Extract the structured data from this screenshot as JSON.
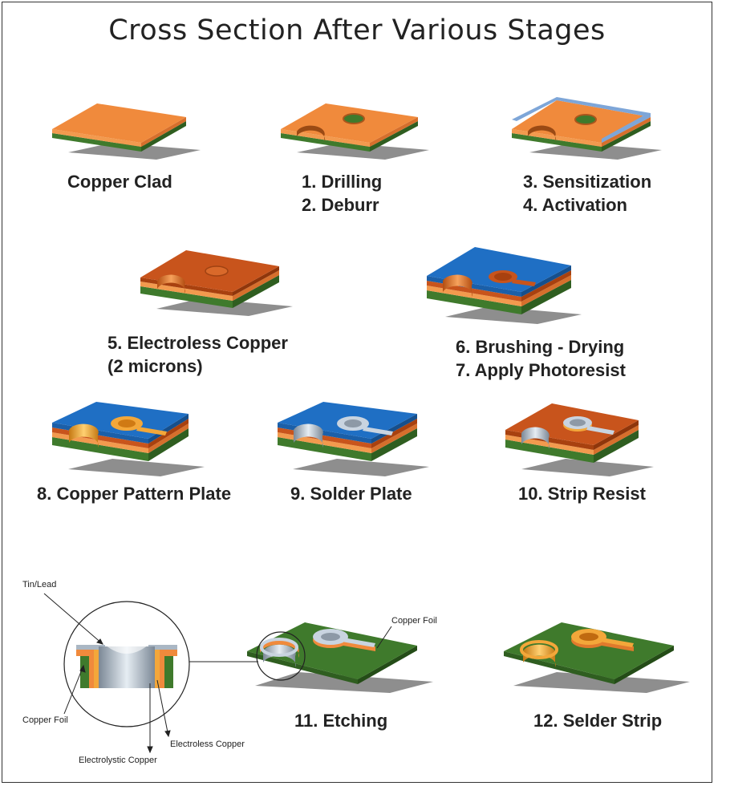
{
  "title": "Cross Section After Various Stages",
  "stages": {
    "copper_clad": "Copper Clad",
    "drilling": "1. Drilling",
    "deburr": "2. Deburr",
    "sensitization": "3. Sensitization",
    "activation": "4. Activation",
    "electroless_line1": "5. Electroless Copper",
    "electroless_line2": "(2 microns)",
    "brushing": "6. Brushing - Drying",
    "photoresist": "7. Apply Photoresist",
    "pattern_plate": "8. Copper Pattern Plate",
    "solder_plate": "9. Solder Plate",
    "strip_resist": "10. Strip Resist",
    "etching": "11. Etching",
    "selder_strip": "12. Selder Strip"
  },
  "callouts": {
    "tin_lead": "Tin/Lead",
    "copper_foil_left": "Copper Foil",
    "electrolystic_copper": "Electrolystic Copper",
    "electroless_copper": "Electroless Copper",
    "copper_foil_etch": "Copper Foil"
  },
  "colors": {
    "copper_orange": "#f08a3c",
    "dark_copper": "#c8541c",
    "substrate_green": "#3f7a2c",
    "photoresist_blue": "#1f6fc4",
    "solder_silver": "#b9c6d4",
    "gold_copper": "#f3a73a"
  }
}
